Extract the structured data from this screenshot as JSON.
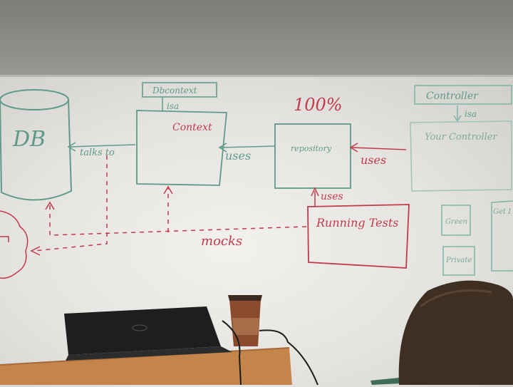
{
  "whiteboard": {
    "labels": {
      "db": "DB",
      "dbcontext": "Dbcontext",
      "isa_top": "isa",
      "context": "Context",
      "talks_to": "talks to",
      "uses_left": "uses",
      "coverage": "100%",
      "repository": "repository",
      "uses_right": "uses",
      "uses_bottom": "uses",
      "running_tests": "Running Tests",
      "mocks": "mocks",
      "controller": "Controller",
      "isa_right": "isa",
      "your_controller": "Your Controller",
      "green_box": "Green",
      "private_box": "Private",
      "partial_right": "Get I"
    },
    "colors": {
      "green_marker": "#5f9a8a",
      "red_marker": "#c33a4a",
      "board": "#ecebe8",
      "wall": "#8c8a87"
    }
  }
}
